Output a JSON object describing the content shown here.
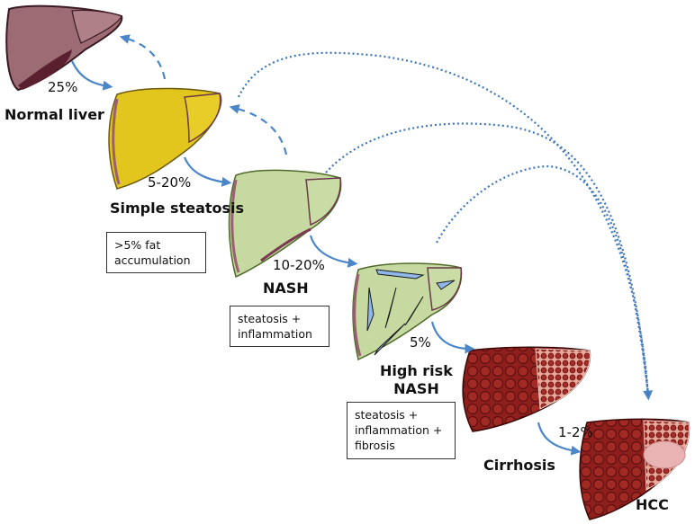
{
  "title": "Progression of non-alcoholic fatty liver disease",
  "colors": {
    "arrow": "#4a86c8",
    "normal_liver": "#9c6b74",
    "steatosis_liver": "#e3c61d",
    "nash_liver": "#c6d9a0",
    "liver_edge": "#7b3b52",
    "cirrhosis_liver": "#8e1f1c",
    "tumor": "#eab3b3",
    "fibrosis": "#8fb8e8"
  },
  "stages": [
    {
      "name": "Normal liver",
      "description": []
    },
    {
      "name": "Simple steatosis",
      "description": [
        ">5% fat",
        "accumulation"
      ]
    },
    {
      "name": "NASH",
      "description": [
        "steatosis +",
        "inflammation"
      ]
    },
    {
      "name_lines": [
        "High risk",
        "NASH"
      ],
      "description": [
        "steatosis +",
        "inflammation +",
        "fibrosis"
      ]
    },
    {
      "name": "Cirrhosis",
      "description": []
    },
    {
      "name": "HCC",
      "description": []
    }
  ],
  "transitions": [
    {
      "from": "Normal liver",
      "to": "Simple steatosis",
      "rate": "25%",
      "style": "solid"
    },
    {
      "from": "Simple steatosis",
      "to": "NASH",
      "rate": "5-20%",
      "style": "solid"
    },
    {
      "from": "NASH",
      "to": "High risk NASH",
      "rate": "10-20%",
      "style": "solid"
    },
    {
      "from": "High risk NASH",
      "to": "Cirrhosis",
      "rate": "5%",
      "style": "solid"
    },
    {
      "from": "Cirrhosis",
      "to": "HCC",
      "rate": "1-2%",
      "style": "solid"
    },
    {
      "from": "Simple steatosis",
      "to": "Normal liver",
      "rate": "",
      "style": "dashed"
    },
    {
      "from": "NASH",
      "to": "Simple steatosis",
      "rate": "",
      "style": "dashed"
    },
    {
      "from": "Simple steatosis",
      "to": "HCC",
      "rate": "",
      "style": "dotted"
    },
    {
      "from": "NASH",
      "to": "HCC",
      "rate": "",
      "style": "dotted"
    },
    {
      "from": "High risk NASH",
      "to": "HCC",
      "rate": "",
      "style": "dotted"
    }
  ]
}
